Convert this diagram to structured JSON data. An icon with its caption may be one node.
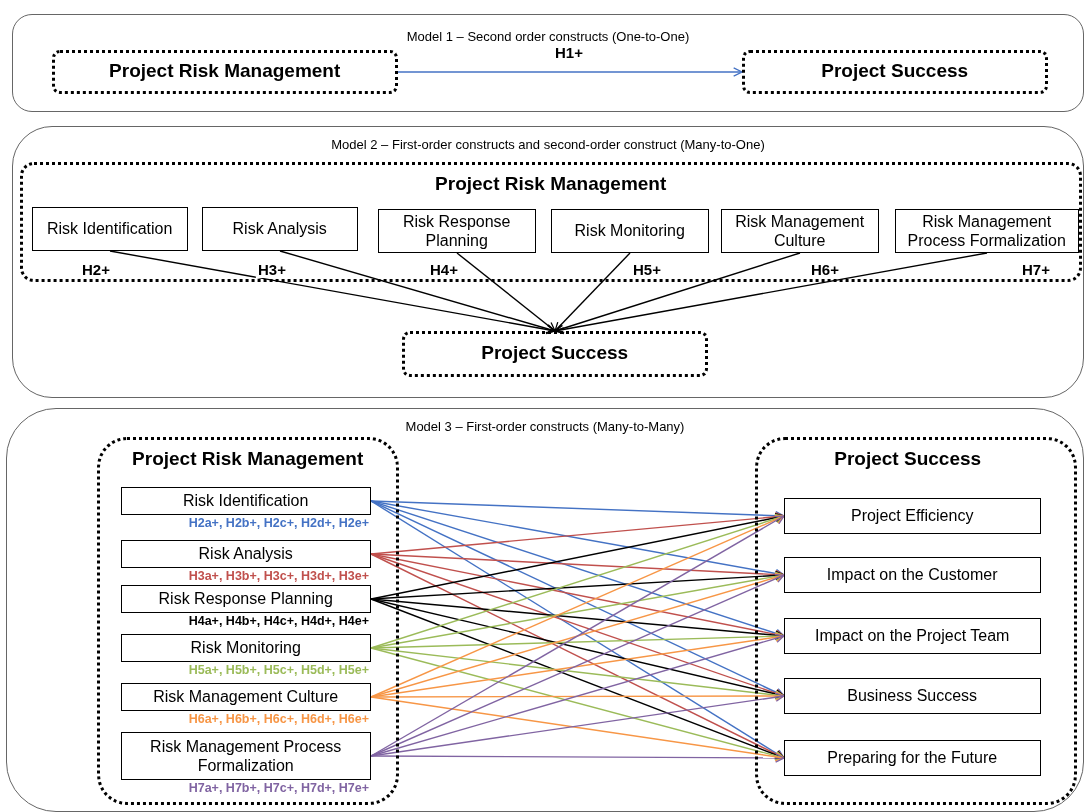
{
  "diagram": {
    "nodes": [
      {
        "text": [
          "Model 1 – Second order constructs (One-to-One)"
        ]
      },
      {
        "text": [
          "Project Risk Management"
        ],
        "in": 0
      },
      {
        "text": [
          "Project Success"
        ],
        "in": 0
      },
      {
        "text": [
          "Model 2 – First-order constructs and second-order construct (Many-to-One)"
        ]
      },
      {
        "text": [
          "Project Risk Management"
        ],
        "in": 3
      },
      {
        "text": [
          "Risk Identification"
        ],
        "in": 4,
        "beside": [
          "H2+"
        ]
      },
      {
        "text": [
          "Risk Analysis"
        ],
        "in": 4,
        "beside": [
          "H3+"
        ]
      },
      {
        "text": [
          "Risk Response Planning"
        ],
        "in": 4,
        "beside": [
          "H4+"
        ]
      },
      {
        "text": [
          "Risk Monitoring"
        ],
        "in": 4,
        "beside": [
          "H5+"
        ]
      },
      {
        "text": [
          "Risk Management Culture"
        ],
        "in": 4,
        "beside": [
          "H6+"
        ]
      },
      {
        "text": [
          "Risk Management Process Formalization"
        ],
        "in": 4,
        "beside": [
          "H7+"
        ]
      },
      {
        "text": [
          "Project Success"
        ],
        "in": 3
      },
      {
        "text": [
          "Model 3 – First-order constructs (Many-to-Many)"
        ]
      },
      {
        "text": [
          "Project Risk Management"
        ],
        "in": 12
      },
      {
        "text": [
          "Risk Identification"
        ],
        "in": 13,
        "beside": [
          "H2a+, H2b+, H2c+, H2d+, H2e+"
        ]
      },
      {
        "text": [
          "Risk Analysis"
        ],
        "in": 13,
        "beside": [
          "H3a+, H3b+, H3c+, H3d+, H3e+"
        ]
      },
      {
        "text": [
          "Risk Response Planning"
        ],
        "in": 13,
        "beside": [
          "H4a+, H4b+, H4c+, H4d+, H4e+"
        ]
      },
      {
        "text": [
          "Risk Monitoring"
        ],
        "in": 13,
        "beside": [
          "H5a+, H5b+, H5c+, H5d+, H5e+"
        ]
      },
      {
        "text": [
          "Risk Management Culture"
        ],
        "in": 13,
        "beside": [
          "H6a+, H6b+, H6c+, H6d+, H6e+"
        ]
      },
      {
        "text": [
          "Risk Management Process Formalization"
        ],
        "in": 13,
        "beside": [
          "H7a+, H7b+, H7c+, H7d+, H7e+"
        ]
      },
      {
        "text": [
          "Project Success"
        ],
        "in": 12
      },
      {
        "text": [
          "Project Efficiency"
        ],
        "in": 20
      },
      {
        "text": [
          "Impact on the Customer"
        ],
        "in": 20
      },
      {
        "text": [
          "Impact on the Project Team"
        ],
        "in": 20
      },
      {
        "text": [
          "Business Success"
        ],
        "in": 20
      },
      {
        "text": [
          "Preparing for the Future"
        ],
        "in": 20
      }
    ],
    "edges": [
      {
        "from": 1,
        "to": 2,
        "arrow": "to",
        "label": "H1+",
        "color": "#4472c4"
      },
      {
        "from": 5,
        "to": 11,
        "arrow": "to"
      },
      {
        "from": 6,
        "to": 11,
        "arrow": "to"
      },
      {
        "from": 7,
        "to": 11,
        "arrow": "to"
      },
      {
        "from": 8,
        "to": 11,
        "arrow": "to"
      },
      {
        "from": 9,
        "to": 11,
        "arrow": "to"
      },
      {
        "from": 10,
        "to": 11,
        "arrow": "to"
      },
      {
        "from": 14,
        "to": 21,
        "arrow": "to",
        "color": "#4472c4"
      },
      {
        "from": 14,
        "to": 22,
        "arrow": "to",
        "color": "#4472c4"
      },
      {
        "from": 14,
        "to": 23,
        "arrow": "to",
        "color": "#4472c4"
      },
      {
        "from": 14,
        "to": 24,
        "arrow": "to",
        "color": "#4472c4"
      },
      {
        "from": 14,
        "to": 25,
        "arrow": "to",
        "color": "#4472c4"
      },
      {
        "from": 15,
        "to": 21,
        "arrow": "to",
        "color": "#c0504d"
      },
      {
        "from": 15,
        "to": 22,
        "arrow": "to",
        "color": "#c0504d"
      },
      {
        "from": 15,
        "to": 23,
        "arrow": "to",
        "color": "#c0504d"
      },
      {
        "from": 15,
        "to": 24,
        "arrow": "to",
        "color": "#c0504d"
      },
      {
        "from": 15,
        "to": 25,
        "arrow": "to",
        "color": "#c0504d"
      },
      {
        "from": 16,
        "to": 21,
        "arrow": "to"
      },
      {
        "from": 16,
        "to": 22,
        "arrow": "to"
      },
      {
        "from": 16,
        "to": 23,
        "arrow": "to"
      },
      {
        "from": 16,
        "to": 24,
        "arrow": "to"
      },
      {
        "from": 16,
        "to": 25,
        "arrow": "to"
      },
      {
        "from": 17,
        "to": 21,
        "arrow": "to",
        "color": "#9bbb59"
      },
      {
        "from": 17,
        "to": 22,
        "arrow": "to",
        "color": "#9bbb59"
      },
      {
        "from": 17,
        "to": 23,
        "arrow": "to",
        "color": "#9bbb59"
      },
      {
        "from": 17,
        "to": 24,
        "arrow": "to",
        "color": "#9bbb59"
      },
      {
        "from": 17,
        "to": 25,
        "arrow": "to",
        "color": "#9bbb59"
      },
      {
        "from": 18,
        "to": 21,
        "arrow": "to",
        "color": "#f79646"
      },
      {
        "from": 18,
        "to": 22,
        "arrow": "to",
        "color": "#f79646"
      },
      {
        "from": 18,
        "to": 23,
        "arrow": "to",
        "color": "#f79646"
      },
      {
        "from": 18,
        "to": 24,
        "arrow": "to",
        "color": "#f79646"
      },
      {
        "from": 18,
        "to": 25,
        "arrow": "to",
        "color": "#f79646"
      },
      {
        "from": 19,
        "to": 21,
        "arrow": "to",
        "color": "#8064a2"
      },
      {
        "from": 19,
        "to": 22,
        "arrow": "to",
        "color": "#8064a2"
      },
      {
        "from": 19,
        "to": 23,
        "arrow": "to",
        "color": "#8064a2"
      },
      {
        "from": 19,
        "to": 24,
        "arrow": "to",
        "color": "#8064a2"
      },
      {
        "from": 19,
        "to": 25,
        "arrow": "to",
        "color": "#8064a2"
      }
    ]
  }
}
